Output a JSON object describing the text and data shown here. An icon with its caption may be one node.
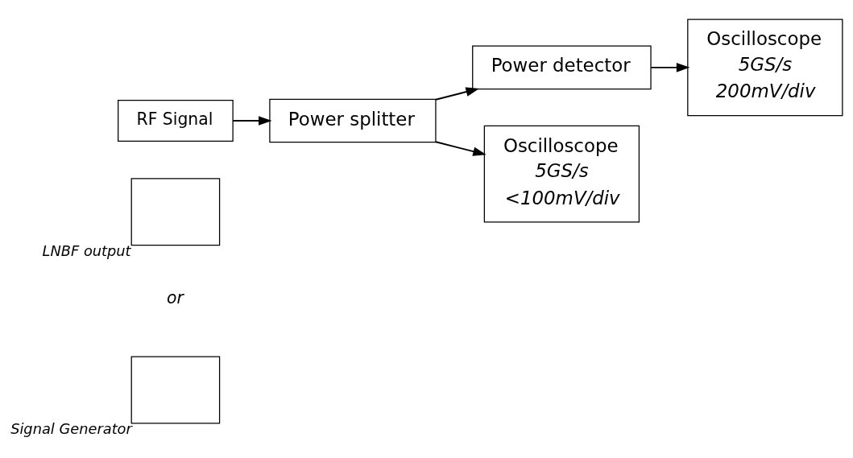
{
  "diagram": {
    "nodes": [
      {
        "text": [
          "RF Signal"
        ]
      },
      {
        "text": [
          "Power splitter"
        ]
      },
      {
        "text": [
          "Power detector"
        ]
      },
      {
        "text": [
          "Oscilloscope",
          "5GS/s",
          "<100mV/div"
        ]
      },
      {
        "text": [
          "Oscilloscope",
          "5GS/s",
          "200mV/div"
        ]
      },
      {
        "text": [],
        "shape": "box",
        "beside": [
          "LNBF output"
        ]
      },
      {
        "text": [],
        "shape": "box",
        "beside": [
          "Signal Generator"
        ]
      }
    ],
    "edges": [
      {
        "from": 0,
        "to": 1,
        "arrow": "to"
      },
      {
        "from": 1,
        "to": 3,
        "arrow": "to"
      },
      {
        "from": 1,
        "to": 2,
        "arrow": "to"
      },
      {
        "from": 2,
        "to": 4,
        "arrow": "to"
      }
    ],
    "labels": [
      "or"
    ]
  }
}
